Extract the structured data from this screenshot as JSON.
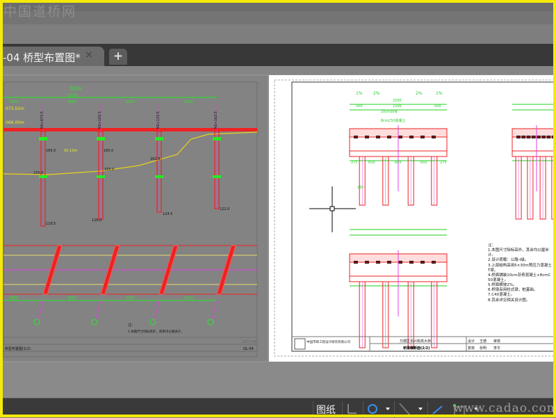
{
  "watermark": "中国道桥网",
  "tab": {
    "title": "-04 桥型布置图*",
    "close": "×",
    "add": "+"
  },
  "status": {
    "paper": "图纸",
    "site_watermark": "www.cadao.com"
  },
  "left_sheet": {
    "span_label": "30m",
    "total": "1500",
    "spans": [
      "3000",
      "3000",
      "3000",
      "3000"
    ],
    "piers": [
      "K0+073.5",
      "K0+103.5",
      "K0+133.5",
      "K0+163.5"
    ],
    "elev_top": "073.51m",
    "elev_mid": "066.00m",
    "design": "50.13m",
    "tops": [
      "165.0",
      "165.0",
      "162.8",
      ""
    ],
    "ground": [
      "155.0",
      "155.0"
    ],
    "bottoms": [
      "118.5",
      "126.0",
      "124.5",
      "122.0"
    ],
    "note_head": "注：",
    "note_1": "1.本图尺寸除标高外，其余均以厘米计。",
    "plan_dims": [
      "3000",
      "3000",
      "3000",
      "3000"
    ],
    "sheet_title": "桥型布置图(1/2)",
    "sheet_no": "QL-04",
    "date": "2017.08"
  },
  "right_sheet": {
    "slopes": [
      "1%",
      "2%",
      "2%",
      "1%"
    ],
    "width_total": "2500",
    "width_parts": [
      "500",
      "1500",
      "500"
    ],
    "pave": "10cm沥青",
    "pave2": "8cmC50混凝土",
    "pier_dims": [
      "275",
      "650",
      "650",
      "650",
      "275"
    ],
    "col": "150",
    "notes_head": "注：",
    "notes": [
      "1.本图尺寸除标高外，其余均以厘米计。",
      "2.设计荷载：公路-Ⅰ级。",
      "3.上部结构采用5×30m预应力混凝土T梁。",
      "4.桥面铺装10cm沥青混凝土+8cmC50混凝土。",
      "5.桥面横坡2%。",
      "6.桥墩采用柱式墩，桩基础。",
      "7.C40混凝土。",
      "8.其余详见相关设计图。"
    ],
    "company": "中国市政工程设计研究有限公司",
    "project": "万顺区长兴街高大桥",
    "drawing": "桥梁横断面(2/2)",
    "roles": [
      "设计",
      "王德",
      "审核",
      "李华",
      "复核",
      "张明"
    ]
  }
}
